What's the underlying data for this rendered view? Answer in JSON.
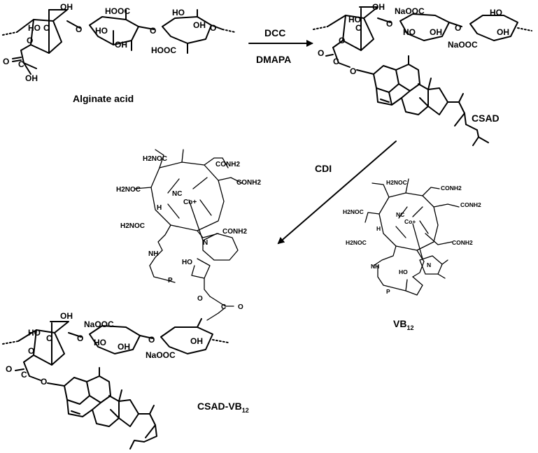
{
  "reagents": {
    "top_arrow": [
      "DCC",
      "DMAPA"
    ],
    "diagonal_arrow": "CDI"
  },
  "compounds": {
    "alginate": "Alginate acid",
    "csad": "CSAD",
    "vb12": {
      "main": "VB",
      "sub": "12"
    },
    "csad_vb12": {
      "main": "CSAD-VB",
      "sub": "12"
    }
  },
  "atoms": {
    "oh": "OH",
    "hooc": "HOOC",
    "naooc": "NaOOC",
    "o": "O",
    "ho": "HO",
    "h2noc": "H2NOC",
    "conh2": "CONH2",
    "nc": "NC",
    "co_plus": "Co+",
    "n": "N",
    "h": "H",
    "nh": "NH",
    "p": "P",
    "c": "C"
  }
}
